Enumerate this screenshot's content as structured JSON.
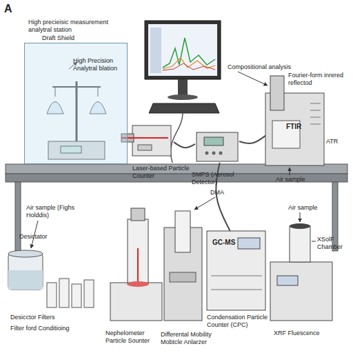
{
  "diagram": {
    "nodes": [
      {
        "text": [
          "High precieisic measurement analytral station",
          "Draft Shield"
        ]
      },
      {
        "text": [
          "High Precision Analytral blation"
        ],
        "in": 0
      },
      {
        "text": [
          "Laser-based Particle Counter"
        ]
      },
      {
        "text": [
          "SMPS (Aerosol Detector)"
        ]
      },
      {
        "text": [
          "FTIR",
          "ATR"
        ]
      },
      {
        "text": [
          "Desicctor Filters",
          "Filter ford Conditioing"
        ]
      },
      {
        "text": [
          "Nephelometer Particle Sounter"
        ]
      },
      {
        "text": [
          "Differental Mobility Mobtcle Anlarzer"
        ]
      },
      {
        "text": [
          "GC-MS",
          "Condensation Particle Counter (CPC)"
        ]
      },
      {
        "text": [
          "XSolF Chamber",
          "XRF Fluescence"
        ]
      }
    ],
    "edges": [
      {
        "from": 2,
        "to": 3,
        "arrow": "none"
      },
      {
        "from": 3,
        "to": 4,
        "arrow": "none"
      },
      {
        "from": 3,
        "to": 8,
        "arrow": "none"
      }
    ],
    "labels": [
      "A",
      "Compositional analysis",
      "Fourier-form inrered reflectod",
      "Air sample",
      "DMA",
      "Air sample (Fighs Holddis)",
      "Desictator",
      "Air sample"
    ]
  }
}
